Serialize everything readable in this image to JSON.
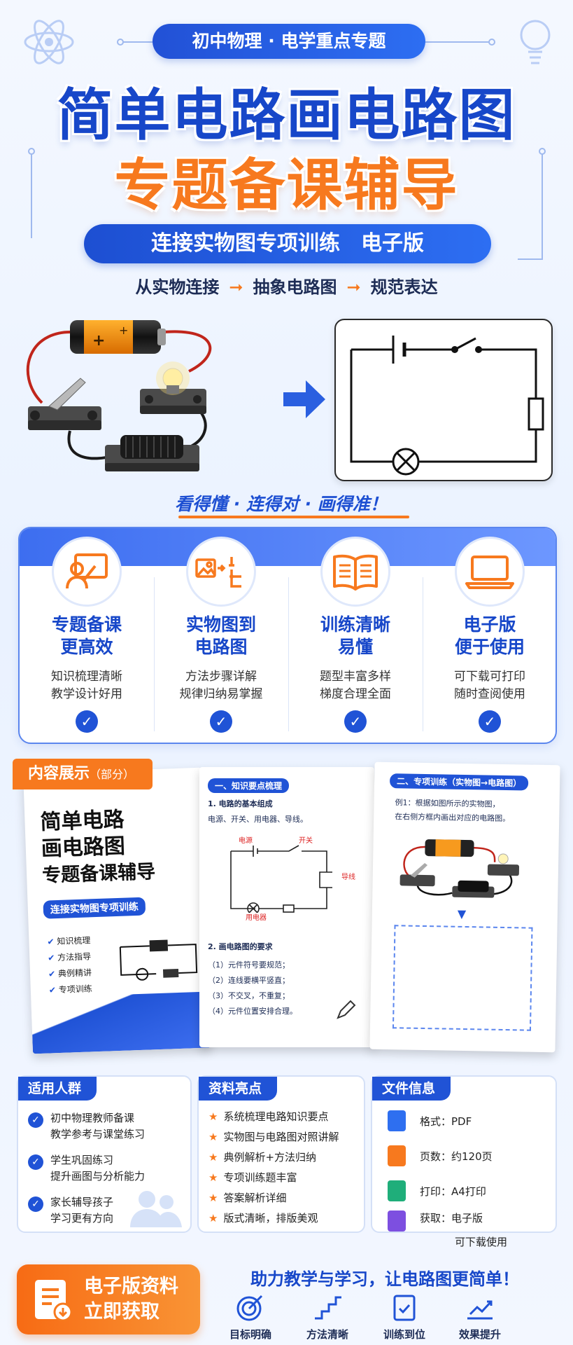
{
  "header": {
    "top_pill": "初中物理 · 电学重点专题",
    "title_line1": "简单电路画电路图",
    "title_line2": "专题备课辅导",
    "sub_pill": "连接实物图专项训练　电子版",
    "flow": [
      "从实物连接",
      "抽象电路图",
      "规范表达"
    ]
  },
  "slogan": "看得懂 · 连得对 · 画得准！",
  "features": [
    {
      "icon": "teacher-board-icon",
      "title1": "专题备课",
      "title2": "更高效",
      "d1": "知识梳理清晰",
      "d2": "教学设计好用"
    },
    {
      "icon": "picture-to-circuit-icon",
      "title1": "实物图到",
      "title2": "电路图",
      "d1": "方法步骤详解",
      "d2": "规律归纳易掌握"
    },
    {
      "icon": "open-book-icon",
      "title1": "训练清晰",
      "title2": "易懂",
      "d1": "题型丰富多样",
      "d2": "梯度合理全面"
    },
    {
      "icon": "laptop-icon",
      "title1": "电子版",
      "title2": "便于使用",
      "d1": "可下载可打印",
      "d2": "随时查阅使用"
    }
  ],
  "showcase": {
    "tag": "内容展示",
    "tag_small": "（部分）",
    "cover": {
      "t1": "简单电路",
      "t2": "画电路图",
      "t3": "专题备课辅导",
      "pill": "连接实物图专项训练",
      "items": [
        "知识梳理",
        "方法指导",
        "典例精讲",
        "专项训练"
      ]
    },
    "page2": {
      "head": "一、知识要点梳理",
      "h1": "1. 电路的基本组成",
      "p1": "电源、开关、用电器、导线。",
      "lbl_source": "电源",
      "lbl_switch": "开关",
      "lbl_wire": "导线",
      "lbl_load": "用电器",
      "h2": "2. 画电路图的要求",
      "reqs": [
        "（1）元件符号要规范；",
        "（2）连线要横平竖直；",
        "（3）不交叉，不重复；",
        "（4）元件位置安排合理。"
      ]
    },
    "page3": {
      "head": "二、专项训练（实物图→电路图）",
      "q1": "例1：根据如图所示的实物图，",
      "q2": "在右侧方框内画出对应的电路图。"
    }
  },
  "audience": {
    "title": "适用人群",
    "items": [
      {
        "a": "初中物理教师备课",
        "b": "教学参考与课堂练习"
      },
      {
        "a": "学生巩固练习",
        "b": "提升画图与分析能力"
      },
      {
        "a": "家长辅导孩子",
        "b": "学习更有方向"
      }
    ]
  },
  "highlights": {
    "title": "资料亮点",
    "items": [
      "系统梳理电路知识要点",
      "实物图与电路图对照讲解",
      "典例解析+方法归纳",
      "专项训练题丰富",
      "答案解析详细",
      "版式清晰，排版美观"
    ]
  },
  "fileinfo": {
    "title": "文件信息",
    "items": [
      {
        "k": "格式：",
        "v": "PDF",
        "color": "#2e6ff0"
      },
      {
        "k": "页数：",
        "v": "约120页",
        "color": "#f7791e"
      },
      {
        "k": "打印：",
        "v": "A4打印",
        "color": "#1fae7a"
      },
      {
        "k": "获取：",
        "v": "电子版",
        "v2": "可下载使用",
        "color": "#7d4fe0"
      }
    ]
  },
  "cta": {
    "line1": "电子版资料",
    "line2": "立即获取"
  },
  "tagline": "助力教学与学习，让电路图更简单！",
  "bottom": [
    {
      "icon": "target-icon",
      "label": "目标明确"
    },
    {
      "icon": "stairs-icon",
      "label": "方法清晰"
    },
    {
      "icon": "clipboard-check-icon",
      "label": "训练到位"
    },
    {
      "icon": "growth-chart-icon",
      "label": "效果提升"
    }
  ]
}
